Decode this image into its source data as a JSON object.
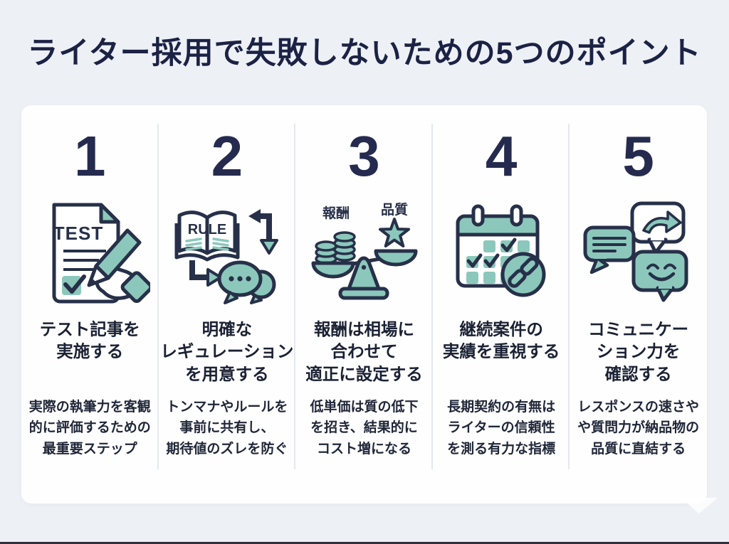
{
  "title": "ライター採用で失敗しないための5つのポイント",
  "colors": {
    "background": "#edf1f6",
    "card": "#fefefe",
    "navy": "#252b4e",
    "heading_text": "#1a2133",
    "body_text": "#1f2637",
    "teal": "#8bc8bb",
    "outline": "#273049",
    "divider": "#e4e8ee"
  },
  "points": [
    {
      "number": "1",
      "icon": "test-article-icon",
      "icon_label": "TEST",
      "heading": "テスト記事を\n実施する",
      "description": "実際の執筆力を客観\n的に評価するための\n最重要ステップ"
    },
    {
      "number": "2",
      "icon": "rule-book-icon",
      "icon_label": "RULE",
      "heading": "明確な\nレギュレーション\nを用意する",
      "description": "トンマナやルールを\n事前に共有し、\n期待値のズレを防ぐ"
    },
    {
      "number": "3",
      "icon": "balance-scale-icon",
      "icon_label_left": "報酬",
      "icon_label_right": "品質",
      "heading": "報酬は相場に\n合わせて\n適正に設定する",
      "description": "低単価は質の低下\nを招き、結果的に\nコスト増になる"
    },
    {
      "number": "4",
      "icon": "calendar-link-icon",
      "heading": "継続案件の\n実績を重視する",
      "description": "長期契約の有無は\nライターの信頼性\nを測る有力な指標"
    },
    {
      "number": "5",
      "icon": "chat-bubbles-icon",
      "heading": "コミュニケー\nション力を\n確認する",
      "description": "レスポンスの速さや\nや質問力が納品物の\n品質に直結する"
    }
  ]
}
